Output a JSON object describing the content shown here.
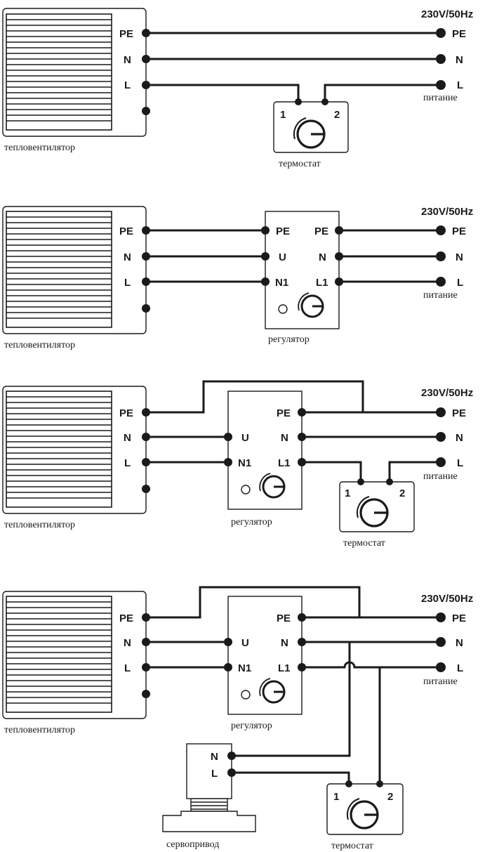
{
  "voltage": "230V/50Hz",
  "terminals": {
    "pe": "PE",
    "n": "N",
    "l": "L",
    "u": "U",
    "n1": "N1",
    "l1": "L1",
    "t1": "1",
    "t2": "2"
  },
  "captions": {
    "heater": "тепловентилятор",
    "thermostat": "термостат",
    "power": "питание",
    "regulator": "регулятор",
    "actuator": "сервопривод"
  },
  "colors": {
    "line": "#1a1a1a",
    "background": "#ffffff"
  }
}
